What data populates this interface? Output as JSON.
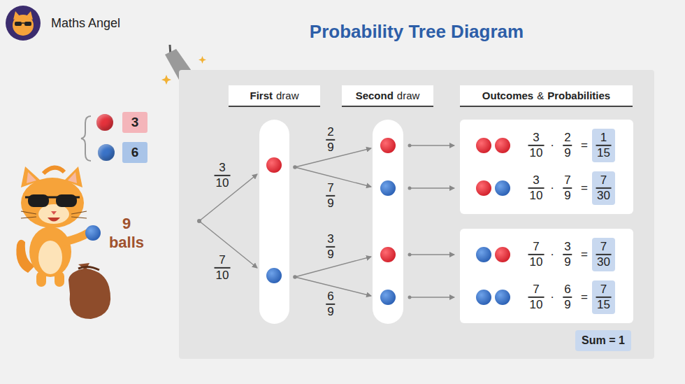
{
  "diagram": {
    "title": "Probability Tree Diagram",
    "nodes": [
      {
        "text": [
          "First",
          "draw"
        ]
      },
      {
        "text": [
          "Second",
          "draw"
        ]
      },
      {
        "text": [
          "Outcomes",
          "&",
          "Probabilities"
        ]
      },
      {
        "text": [
          "3",
          "10",
          "·",
          "2",
          "9",
          "=",
          "3",
          "10",
          "·",
          "7",
          "9",
          "="
        ]
      },
      {
        "text": [
          "1",
          "15"
        ],
        "in": 3
      },
      {
        "text": [
          "7",
          "30"
        ],
        "in": 3
      },
      {
        "text": [
          "7",
          "10",
          "·",
          "3",
          "9",
          "=",
          "7",
          "10",
          "·",
          "6",
          "9",
          "="
        ]
      },
      {
        "text": [
          "7",
          "30"
        ],
        "in": 6
      },
      {
        "text": [
          "7",
          "15"
        ],
        "in": 6
      },
      {
        "text": [
          "Sum = 1"
        ]
      }
    ],
    "labels": [
      "Maths Angel",
      "9 balls",
      "3",
      "10",
      "7",
      "10",
      "2",
      "9",
      "7",
      "9",
      "3",
      "9",
      "6",
      "9"
    ],
    "legend": [
      {
        "text": "3",
        "color": "#e5323c"
      },
      {
        "text": "6",
        "color": "#3a73c8"
      }
    ]
  }
}
